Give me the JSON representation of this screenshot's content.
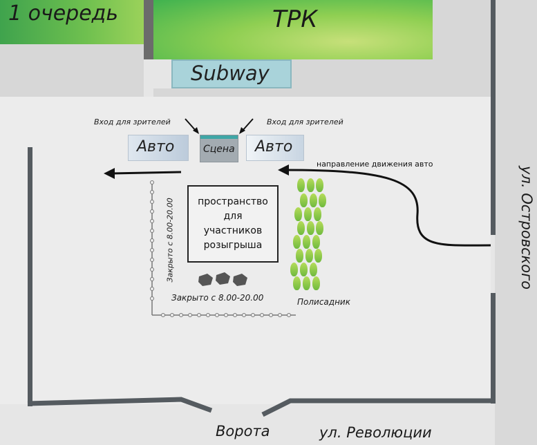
{
  "map": {
    "queue_label": "1 очередь",
    "mall_label": "ТРК",
    "subway_label": "Subway",
    "auto_left_label": "Авто",
    "auto_right_label": "Авто",
    "scene_label": "Сцена",
    "entrance_left": "Вход для зрителей",
    "entrance_right": "Вход для зрителей",
    "traffic_direction": "направление движения авто",
    "participants_area": [
      "пространство",
      "для",
      "участников",
      "розыгрыша"
    ],
    "closed_vertical": "Закрыто с 8.00-20.00",
    "closed_horizontal": "Закрыто с 8.00-20.00",
    "garden_label": "Полисадник",
    "street_right": "ул. Островского",
    "gate_label": "Ворота",
    "street_bottom": "ул. Революции"
  },
  "colors": {
    "background": "#e6e6e6",
    "green_block": "#6fc04f",
    "subway_fill": "#a9d3da",
    "scene_accent": "#3fa6a6",
    "tree_green": "#7fc24a",
    "wall": "#555b60"
  }
}
